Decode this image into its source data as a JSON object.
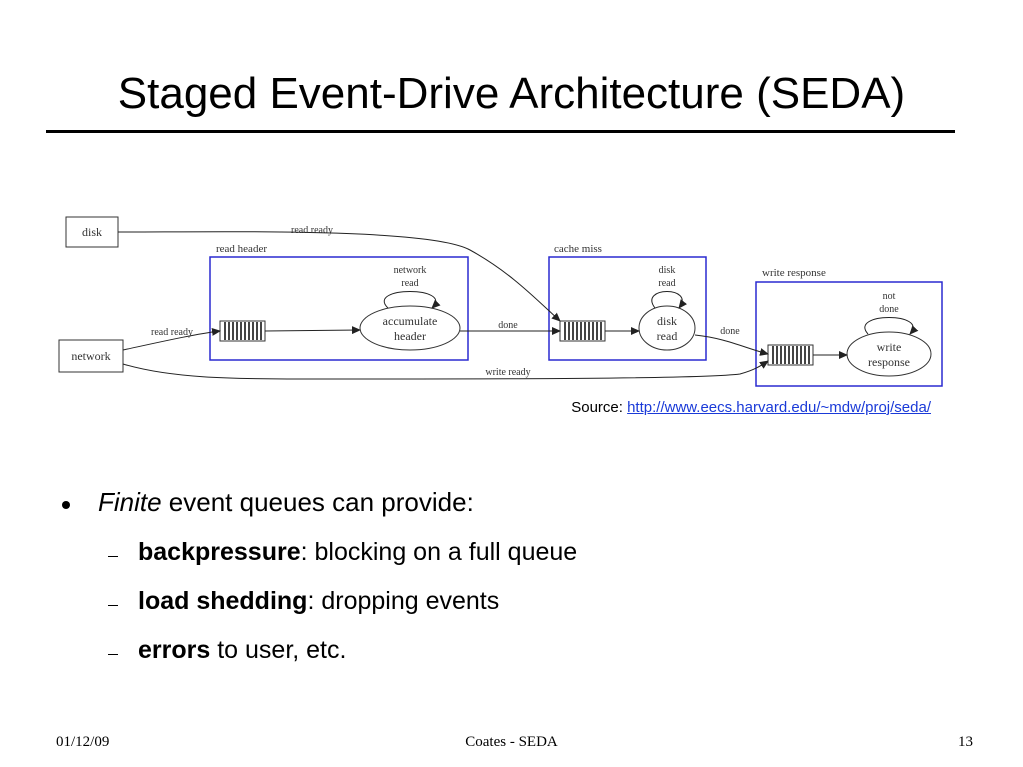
{
  "slide": {
    "title": "Staged Event-Drive Architecture (SEDA)",
    "source_label": "Source:",
    "source_url": "http://www.eecs.harvard.edu/~mdw/proj/seda/",
    "bullet": {
      "emphasis": "Finite",
      "rest": " event queues can provide:"
    },
    "subs": [
      {
        "bold": "backpressure",
        "rest": ": blocking on a full queue"
      },
      {
        "bold": "load shedding",
        "rest": ": dropping events"
      },
      {
        "bold": "errors",
        "rest": " to user, etc."
      }
    ],
    "footer": {
      "date": "01/12/09",
      "center": "Coates - SEDA",
      "page": "13"
    }
  },
  "diagram": {
    "nodes": {
      "disk": "disk",
      "network": "network",
      "accumulate_l1": "accumulate",
      "accumulate_l2": "header",
      "disk_read_l1": "disk",
      "disk_read_l2": "read",
      "write_response_l1": "write",
      "write_response_l2": "response"
    },
    "stages": {
      "read_header": "read header",
      "cache_miss": "cache miss",
      "write_response": "write response"
    },
    "edges": {
      "read_ready_top": "read ready",
      "read_ready_left": "read ready",
      "done1": "done",
      "done2": "done",
      "write_ready": "write ready",
      "network_read_l1": "network",
      "network_read_l2": "read",
      "disk_read_loop_l1": "disk",
      "disk_read_loop_l2": "read",
      "not_done_l1": "not",
      "not_done_l2": "done"
    },
    "colors": {
      "stage_border": "#2a2ad0",
      "line": "#222222"
    }
  }
}
